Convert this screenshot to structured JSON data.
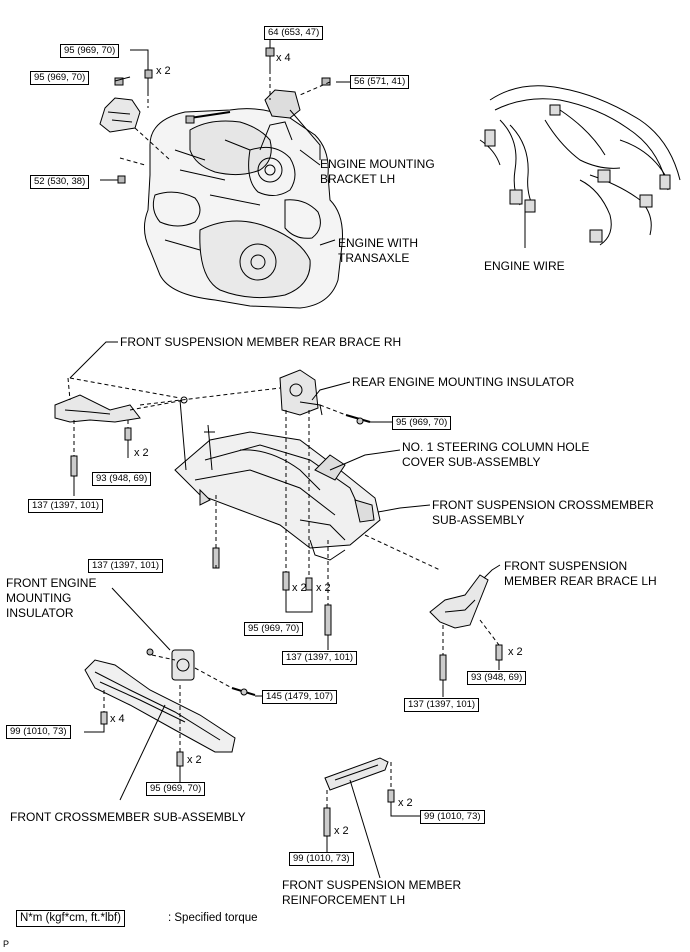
{
  "torques": {
    "t1": "95 (969, 70)",
    "t2": "95 (969, 70)",
    "t3": "64 (653, 47)",
    "t4": "56 (571, 41)",
    "t5": "52 (530, 38)",
    "t6": "95 (969, 70)",
    "t7": "93 (948, 69)",
    "t8": "137 (1397, 101)",
    "t9": "137 (1397, 101)",
    "t10": "95 (969, 70)",
    "t11": "137 (1397, 101)",
    "t12": "93 (948, 69)",
    "t13": "137 (1397, 101)",
    "t14": "145 (1479, 107)",
    "t15": "99 (1010, 73)",
    "t16": "95 (969, 70)",
    "t17": "99 (1010, 73)",
    "t18": "99 (1010, 73)"
  },
  "quantities": {
    "x2": "x 2",
    "x4": "x 4"
  },
  "labels": {
    "engine_mounting_bracket_lh": "ENGINE MOUNTING\nBRACKET LH",
    "engine_with_transaxle": "ENGINE WITH\nTRANSAXLE",
    "engine_wire": "ENGINE WIRE",
    "front_susp_rear_brace_rh": "FRONT SUSPENSION MEMBER REAR BRACE RH",
    "rear_engine_mounting_insulator": "REAR ENGINE MOUNTING INSULATOR",
    "steering_column_hole_cover": "NO. 1 STEERING COLUMN HOLE\nCOVER SUB-ASSEMBLY",
    "front_susp_crossmember": "FRONT SUSPENSION CROSSMEMBER\nSUB-ASSEMBLY",
    "front_engine_mounting_insulator": "FRONT ENGINE\nMOUNTING\nINSULATOR",
    "front_susp_rear_brace_lh": "FRONT SUSPENSION\nMEMBER REAR BRACE LH",
    "front_crossmember": "FRONT CROSSMEMBER SUB-ASSEMBLY",
    "front_susp_reinforcement_lh": "FRONT SUSPENSION MEMBER\nREINFORCEMENT LH"
  },
  "legend": {
    "unit": "N*m (kgf*cm, ft.*lbf)",
    "text": ": Specified torque"
  },
  "code": "P"
}
